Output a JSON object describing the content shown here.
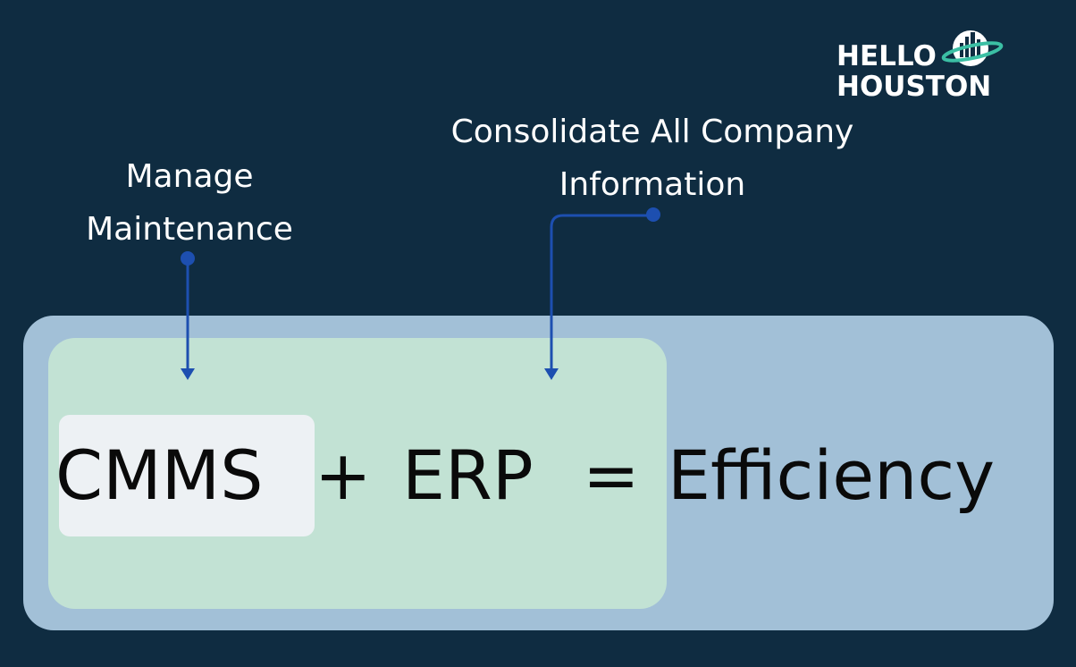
{
  "logo": {
    "line1": "HELLO",
    "line2": "HOUSTON"
  },
  "annotations": {
    "maintenance": "Manage Maintenance",
    "consolidate": "Consolidate All Company Information"
  },
  "equation": {
    "term1": "CMMS",
    "plus": "+",
    "term2": "ERP",
    "equals": "=",
    "result": "Efficiency"
  },
  "colors": {
    "background": "#0f2c41",
    "outer_box": "#a2c0d7",
    "inner_box": "#c2e2d4",
    "cmms_box": "#edf1f4",
    "connector": "#1d4fb0",
    "logo_accent": "#3bbfa4"
  }
}
